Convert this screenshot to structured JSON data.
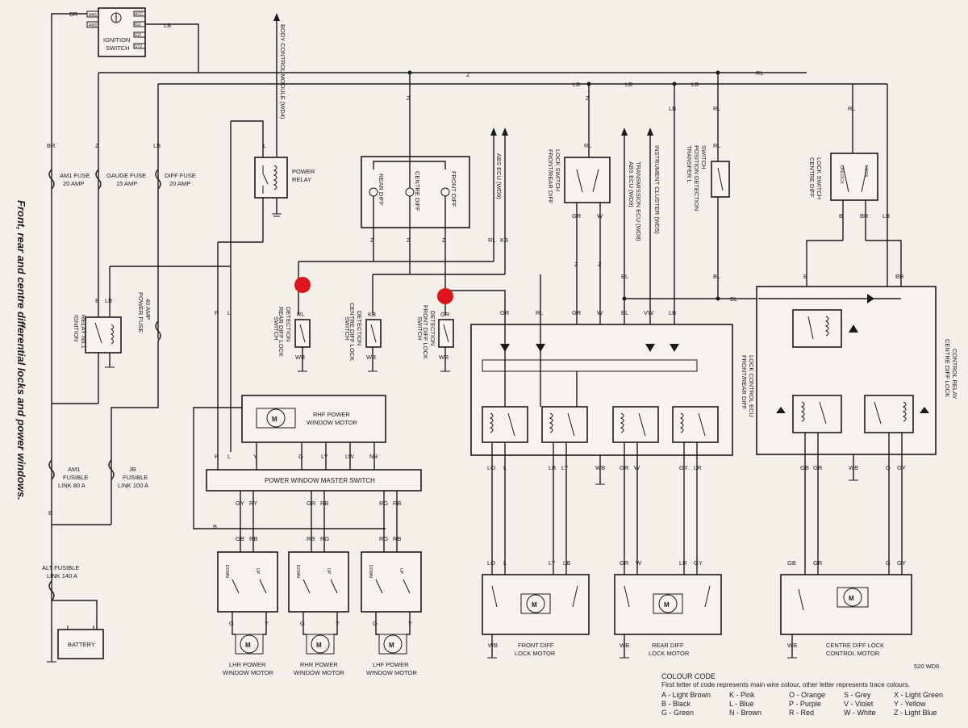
{
  "side_title": "Front, rear and centre differential locks and power windows.",
  "diagram_code": "520 WD6",
  "ignition": {
    "title_1": "IGNITION",
    "title_2": "SWITCH",
    "am1": "AM1",
    "am2": "AM2",
    "acc": "ACC",
    "ig1": "IG1",
    "ig2": "IG2",
    "st2": "ST2"
  },
  "wires": {
    "br": "BR",
    "lb": "LB",
    "z": "Z",
    "rl": "RL",
    "b": "B",
    "gr": "GR",
    "w": "W",
    "l": "L",
    "r": "R",
    "kb": "KB",
    "vw": "VW",
    "wb": "WB",
    "bl": "BL",
    "y": "Y",
    "g": "G",
    "ly": "LY",
    "lw": "LW",
    "nb": "NB",
    "gy": "GY",
    "ry": "RY",
    "rb": "RB",
    "gb": "GB",
    "rg": "RG",
    "lr": "LR",
    "lo": "LO"
  },
  "components": {
    "am1_fuse_1": "AM1 FUSE",
    "am1_fuse_2": "20 AMP",
    "gauge_fuse_1": "GAUGE FUSE",
    "gauge_fuse_2": "15 AMP",
    "diff_fuse_1": "DIFF FUSE",
    "diff_fuse_2": "20 AMP",
    "bcm": "BODY CONTROL MODULE (WD4)",
    "power_relay_1": "POWER",
    "power_relay_2": "RELAY",
    "rear_diff": "REAR DIFF",
    "centre_diff": "CENTRE DIFF",
    "front_diff": "FRONT DIFF",
    "abs_ecu": "ABS ECU (WD9)",
    "fr_lock_switch_1": "FRONT/REAR DIFF",
    "fr_lock_switch_2": "LOCK SWITCH",
    "abs_trans_1": "ABS ECU (WD9)",
    "abs_trans_2": "TRANSMISSION ECU (WD8)",
    "instrument": "INSTRUMENT CLUSTER (WD5)",
    "transfer_1": "TRANSFER L",
    "transfer_2": "POSITION DETECTION",
    "transfer_3": "SWITCH",
    "centre_lock_switch_1": "CENTRE DIFF",
    "centre_lock_switch_2": "LOCK SWITCH",
    "unlock": "UNLOCK",
    "lock": "LOCK",
    "ign_relay_1": "IGNITION",
    "ign_relay_2": "RELAY No.1",
    "power_fuse_1": "POWER FUSE",
    "power_fuse_2": "40 AMP",
    "rear_det_1": "REAR DIFF LOCK",
    "rear_det_2": "DETECTION",
    "rear_det_3": "SWITCH",
    "centre_det_1": "CENTRE DIFF LOCK",
    "centre_det_2": "DETECTION",
    "centre_det_3": "SWITCH",
    "front_det_1": "FRONT DIFF LOCK",
    "front_det_2": "DETECTION",
    "front_det_3": "SWITCH",
    "fr_ecu_1": "FRONT/REAR DIFF",
    "fr_ecu_2": "LOCK CONTROL ECU",
    "centre_relay_1": "CENTRE DIFF LOCK",
    "centre_relay_2": "CONTROL RELAY",
    "rhf_motor_1": "RHF POWER",
    "rhf_motor_2": "WINDOW MOTOR",
    "master_switch": "POWER WINDOW MASTER SWITCH",
    "am1_link_1": "AM1",
    "am1_link_2": "FUSIBLE",
    "am1_link_3": "LINK 80 A",
    "jb_link_1": "JB",
    "jb_link_2": "FUSIBLE",
    "jb_link_3": "LINK 100 A",
    "alt_link_1": "ALT FUSIBLE",
    "alt_link_2": "LINK 140 A",
    "battery": "BATTERY",
    "down": "DOWN",
    "up": "UP",
    "lhr_motor_1": "LHR POWER",
    "lhr_motor_2": "WINDOW MOTOR",
    "rhr_motor_1": "RHR POWER",
    "rhr_motor_2": "WINDOW MOTOR",
    "lhf_motor_1": "LHF POWER",
    "lhf_motor_2": "WINDOW MOTOR",
    "front_motor_1": "FRONT DIFF",
    "front_motor_2": "LOCK MOTOR",
    "rear_motor_1": "REAR DIFF",
    "rear_motor_2": "LOCK MOTOR",
    "centre_motor_1": "CENTRE DIFF LOCK",
    "centre_motor_2": "CONTROL MOTOR",
    "motor": "M"
  },
  "colour_code": {
    "title": "COLOUR CODE",
    "desc": "First letter of code represents main wire colour, other letter represents trace colours.",
    "col1": [
      "A - Light Brown",
      "B - Black",
      "G - Green"
    ],
    "col2": [
      "K - Pink",
      "L - Blue",
      "N - Brown"
    ],
    "col3": [
      "O - Orange",
      "P - Purple",
      "R - Red"
    ],
    "col4": [
      "S - Grey",
      "V - Violet",
      "W - White"
    ],
    "col5": [
      "X - Light Green",
      "Y - Yellow",
      "Z - Light Blue"
    ]
  },
  "markers": {
    "color": "#e0141a"
  }
}
